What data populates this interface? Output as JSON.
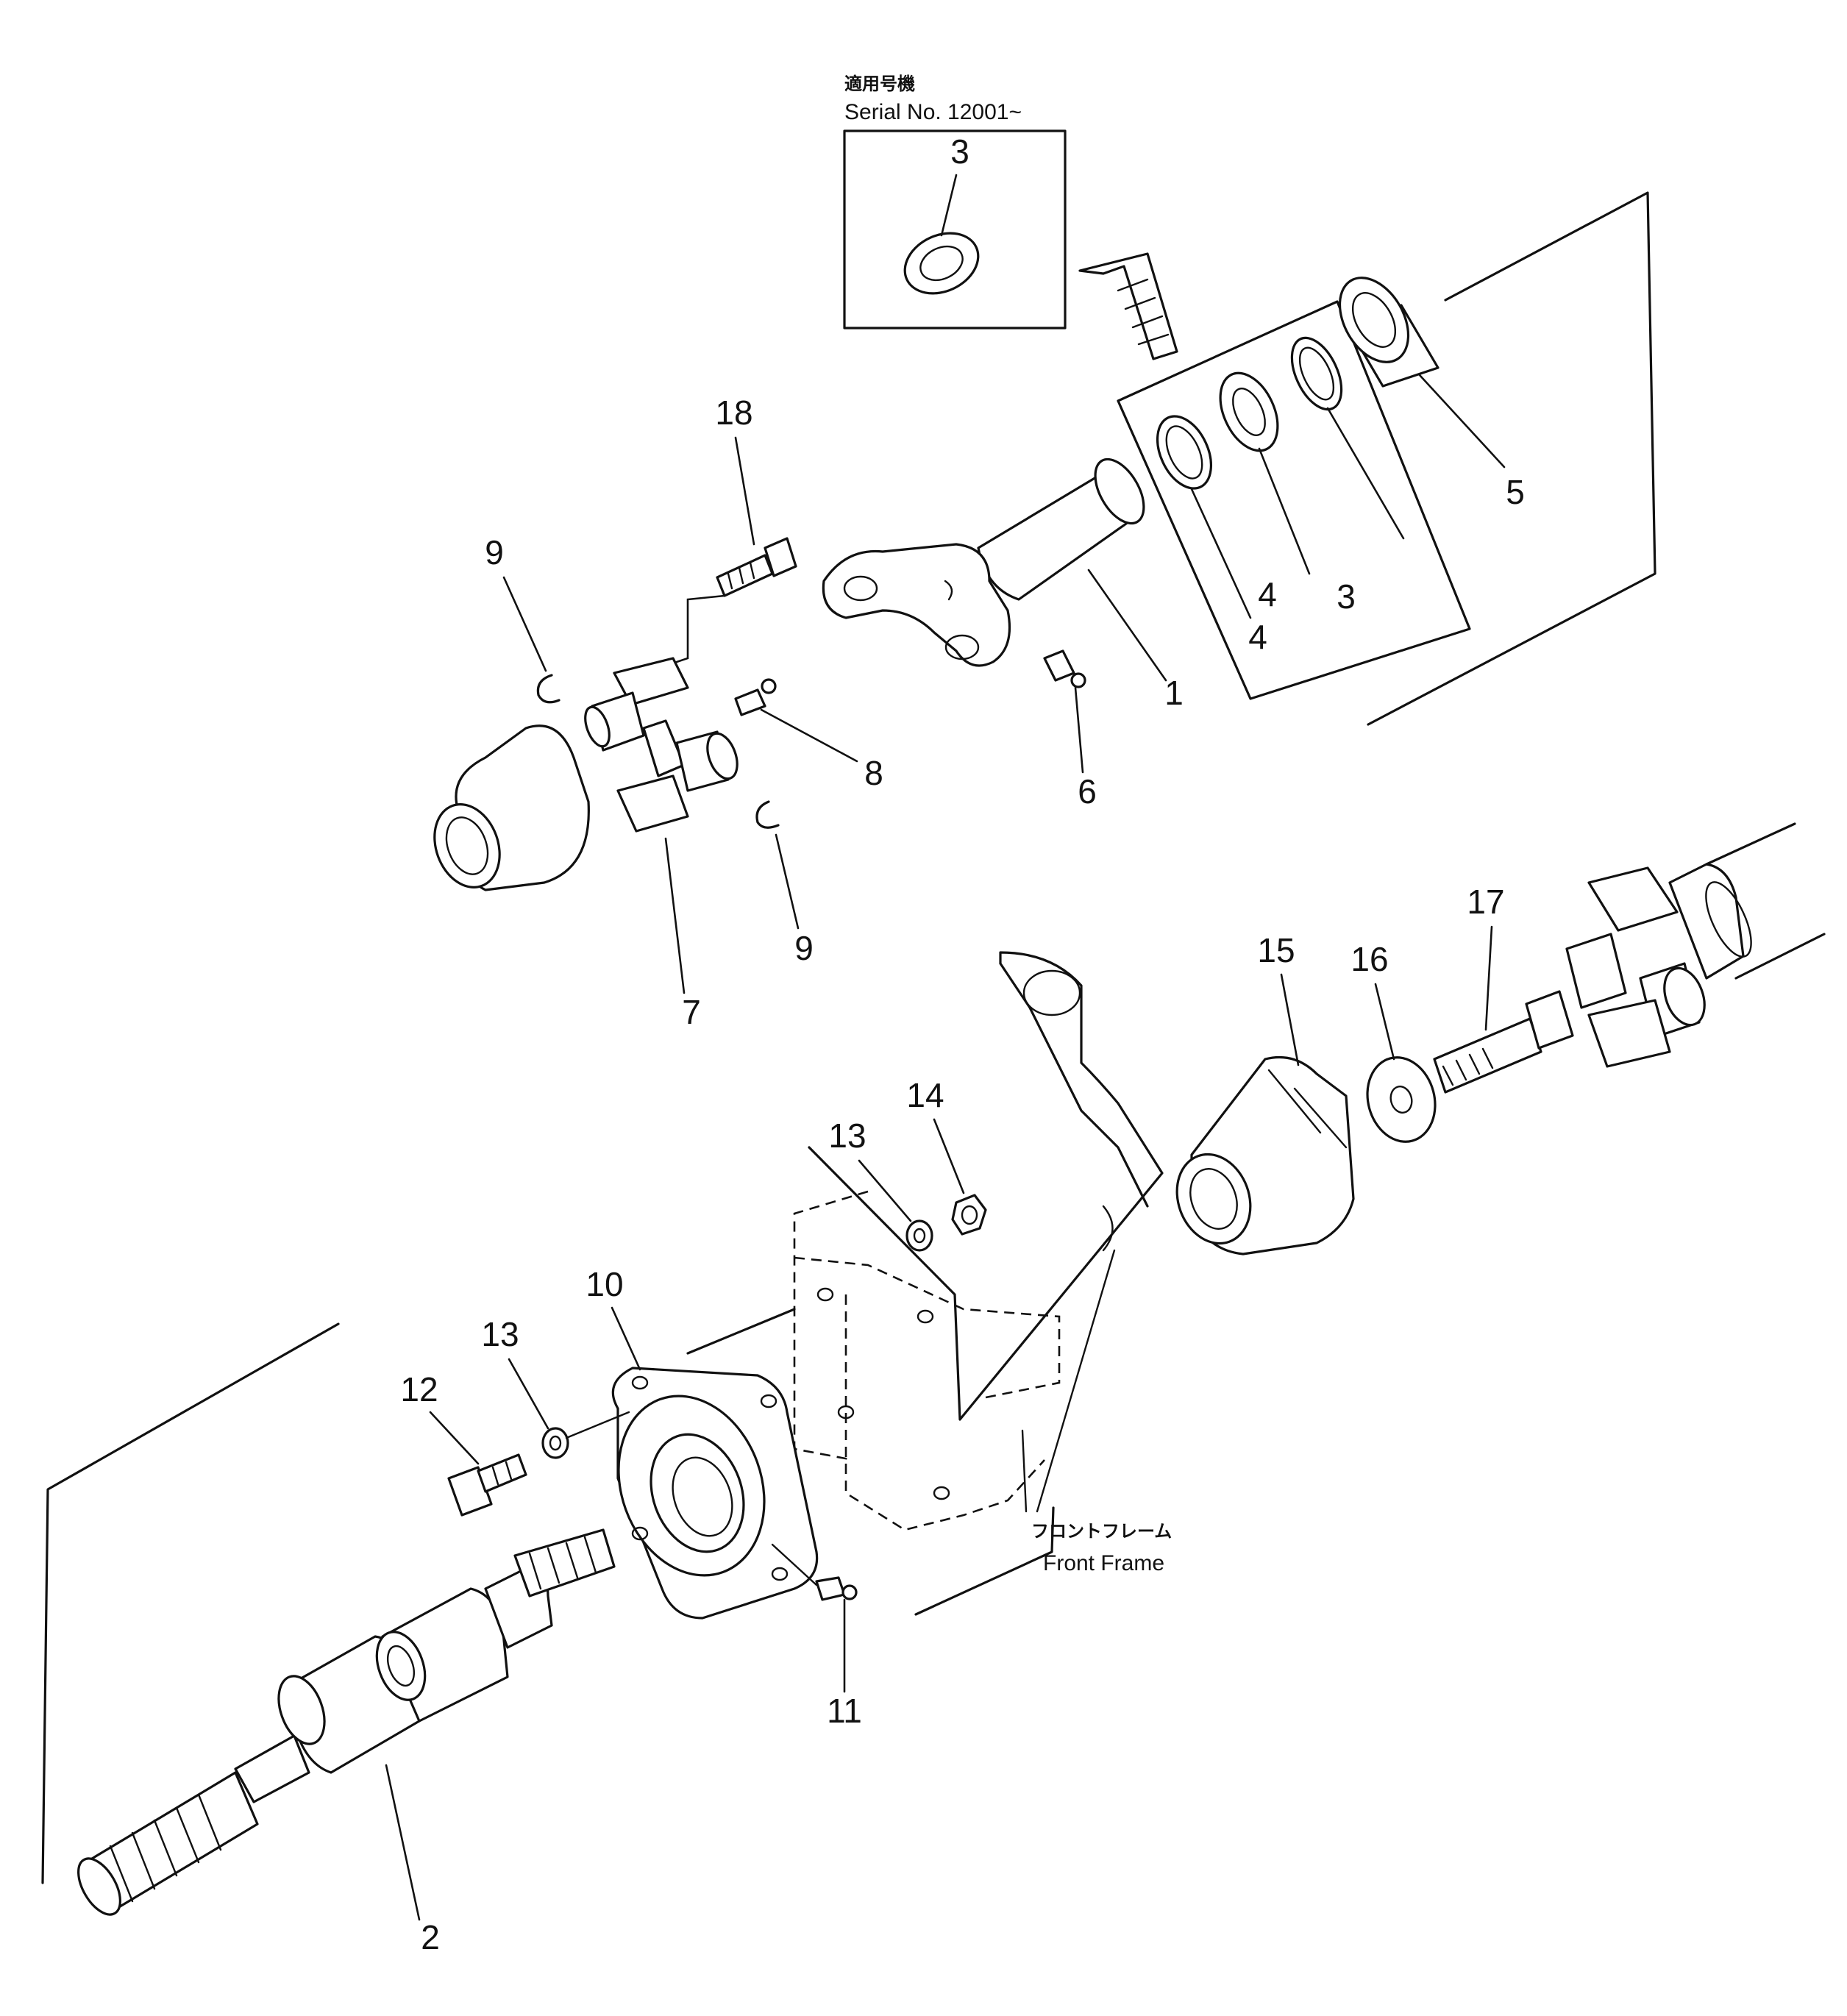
{
  "inset": {
    "title_jp": "適用号機",
    "serial": "Serial No. 12001~",
    "part_number": "3"
  },
  "frame_label": {
    "jp": "フロントフレーム",
    "en": "Front Frame"
  },
  "callouts": [
    "1",
    "2",
    "3",
    "4",
    "4",
    "3",
    "5",
    "6",
    "7",
    "8",
    "9",
    "9",
    "10",
    "11",
    "12",
    "13",
    "13",
    "14",
    "15",
    "16",
    "17",
    "18"
  ]
}
